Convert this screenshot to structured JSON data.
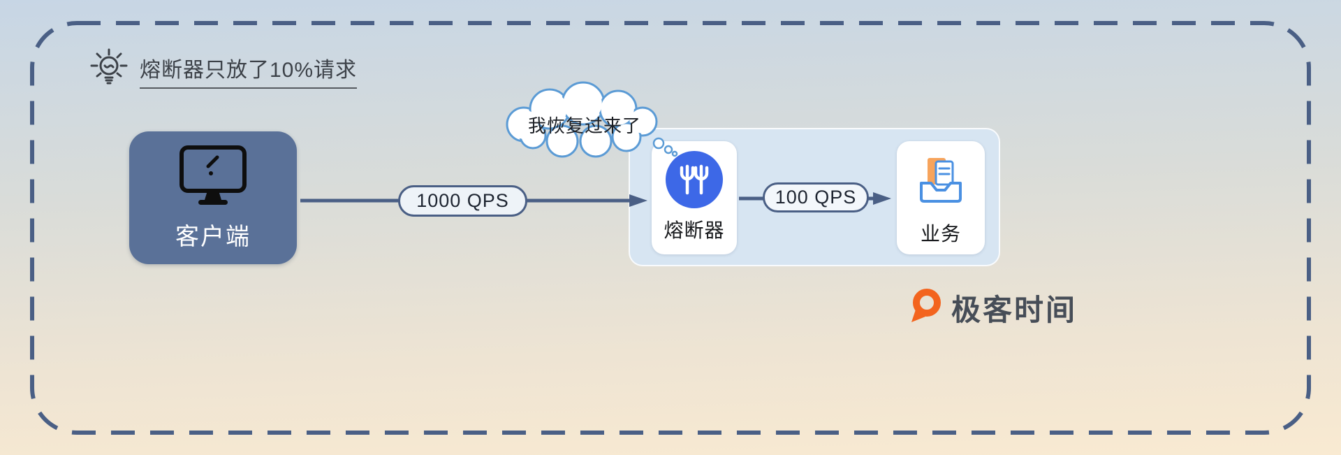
{
  "note": {
    "text": "熔断器只放了10%请求"
  },
  "client": {
    "label": "客户端"
  },
  "flow": {
    "qps_in": "1000 QPS",
    "qps_out": "100 QPS"
  },
  "thought_bubble": {
    "text": "我恢复过来了"
  },
  "breaker": {
    "label": "熔断器"
  },
  "service": {
    "label": "业务"
  },
  "brand": {
    "name": "极客时间"
  },
  "icons": {
    "note": "lightbulb-icon",
    "client": "monitor-icon",
    "breaker": "circuit-breaker-icon",
    "service": "inbox-document-icon",
    "brand": "geektime-logo-icon"
  },
  "colors": {
    "dashed_border": "#4a5f85",
    "arrow": "#4a5f85",
    "client_bg": "#5a7198",
    "group_bg": "#d7e5f2",
    "breaker_circle": "#3d68e7",
    "cloud_stroke": "#5b9bd5",
    "logo_orange": "#f3641e",
    "background_top": "#c7d6e5",
    "background_bottom": "#f9ead2"
  }
}
